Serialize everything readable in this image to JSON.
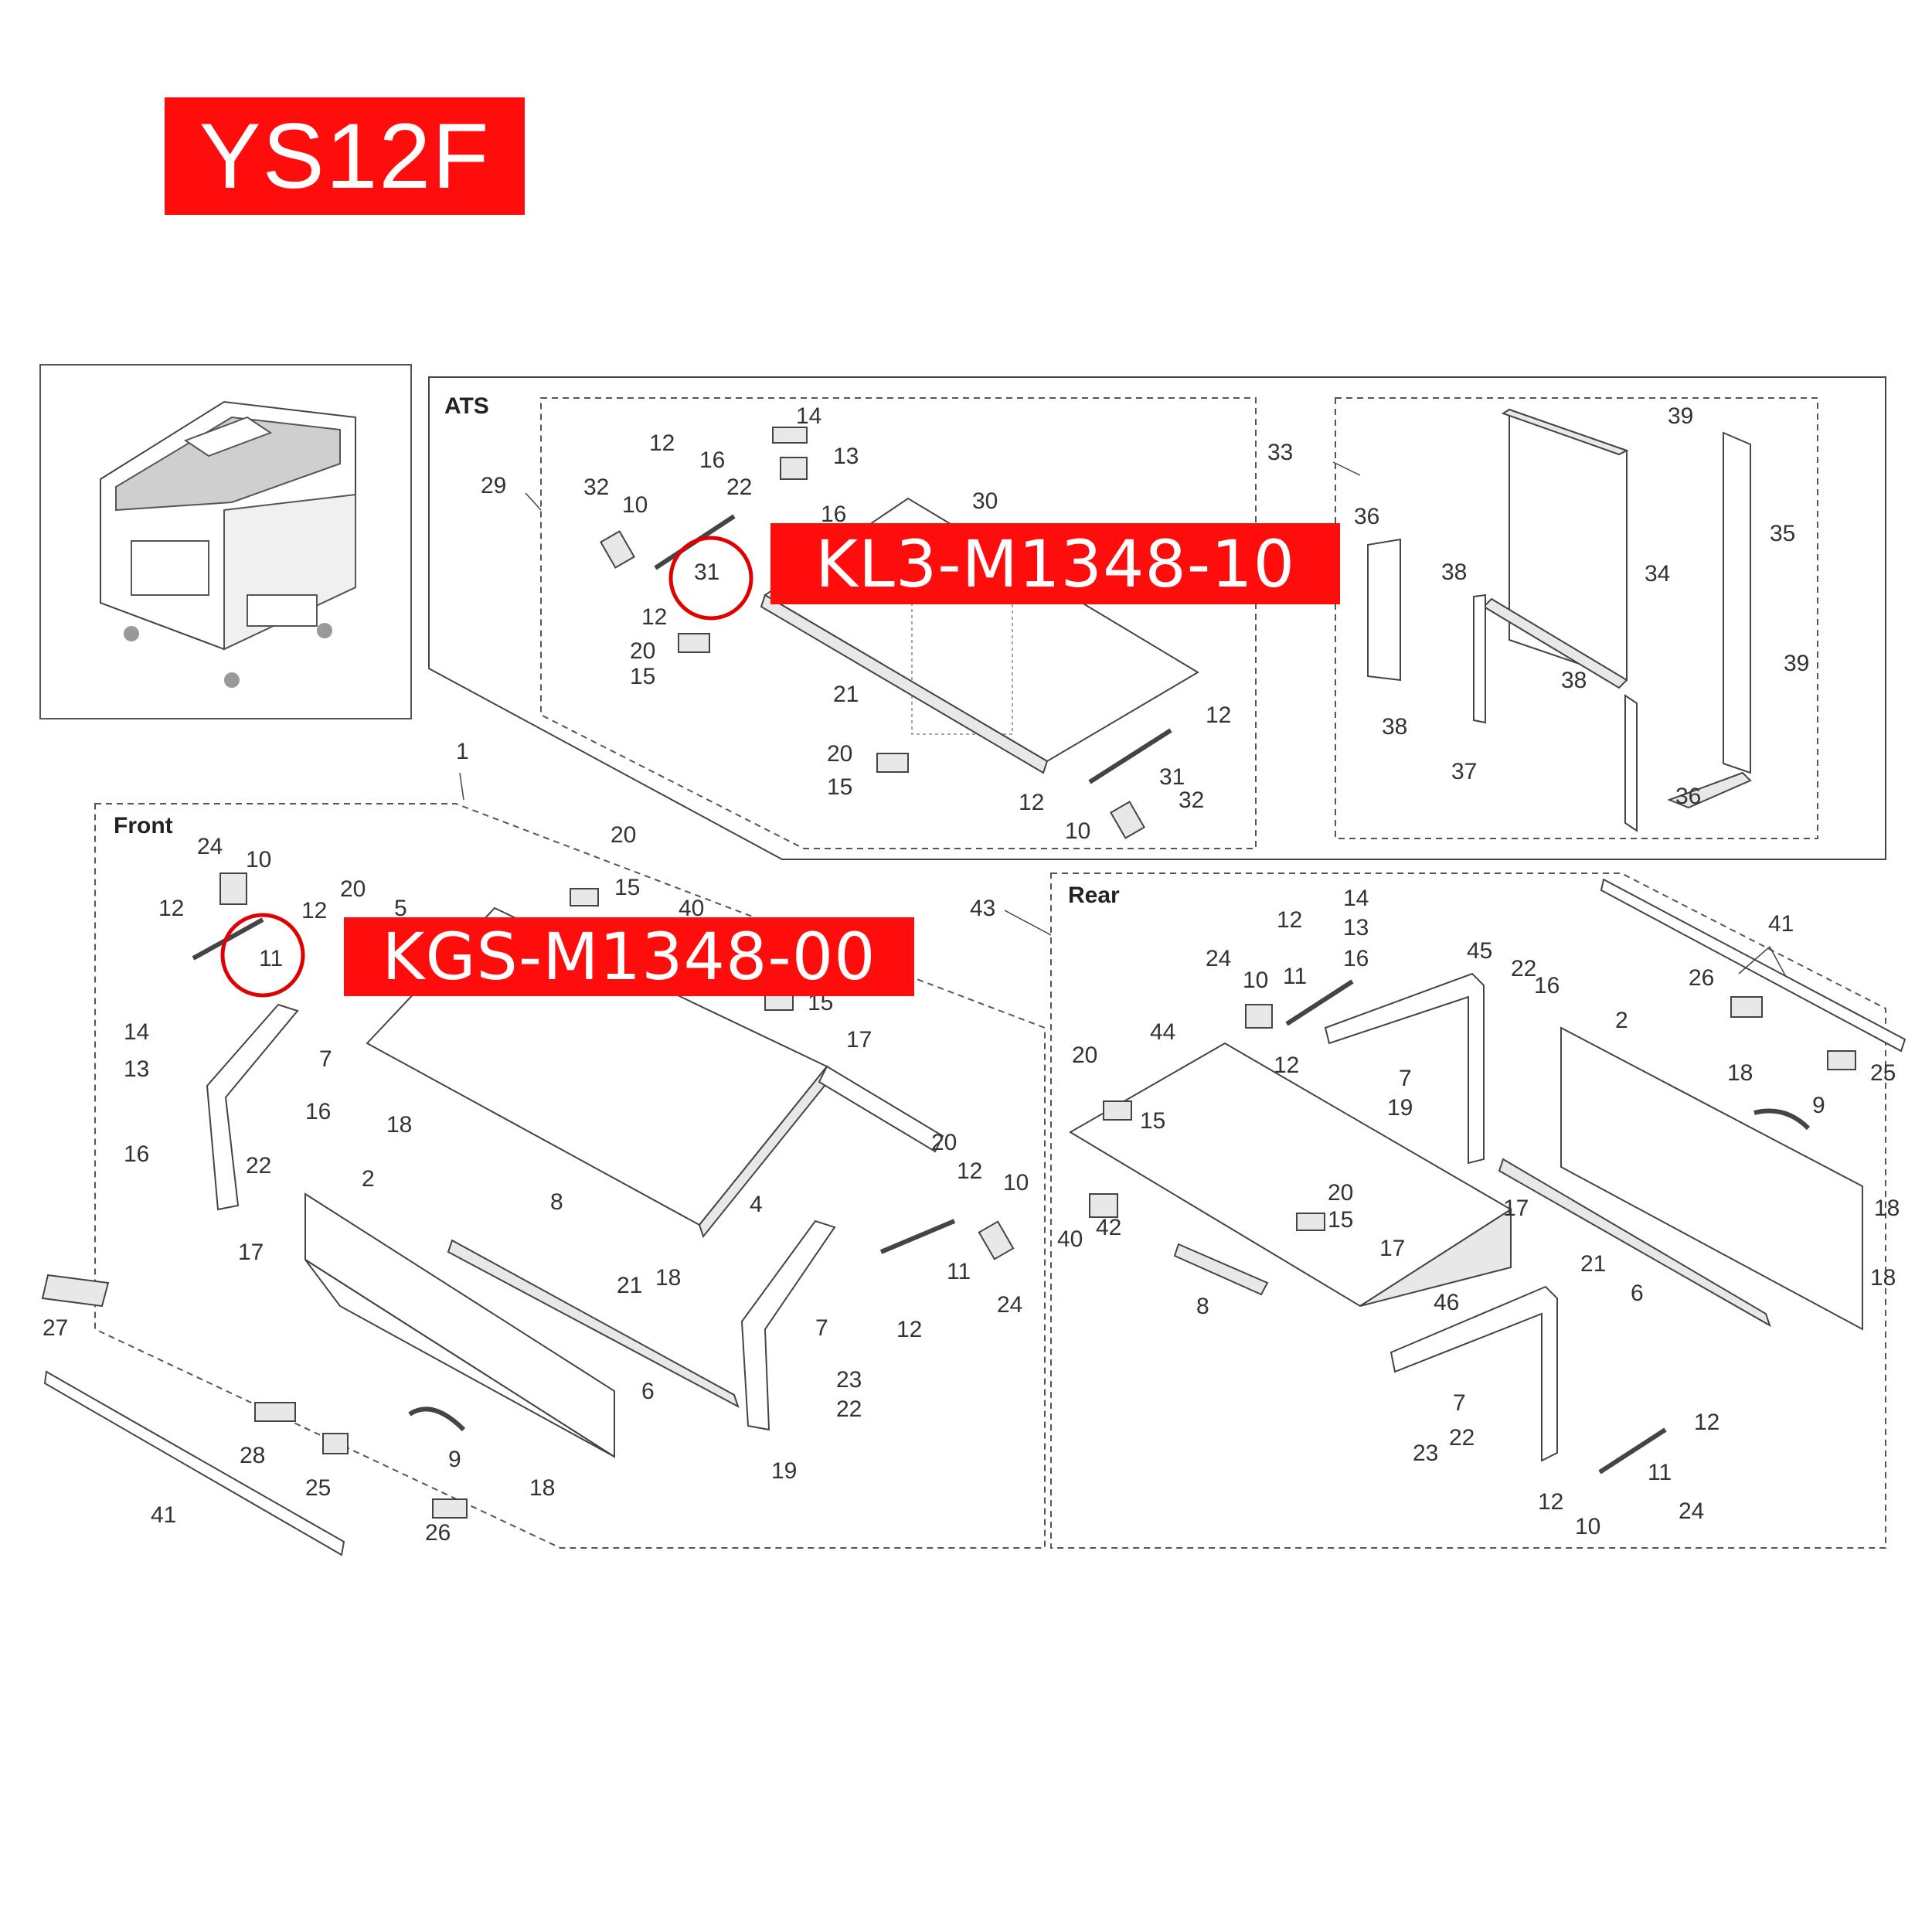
{
  "header": {
    "model": "YS12F"
  },
  "callouts": [
    {
      "id": "callout-1",
      "part_number": "KL3-M1348-10",
      "circled_item": "31"
    },
    {
      "id": "callout-2",
      "part_number": "KGS-M1348-00",
      "circled_item": "11"
    }
  ],
  "sections": {
    "ats": "ATS",
    "front": "Front",
    "rear": "Rear"
  },
  "colors": {
    "badge": "#ff0d0d",
    "badge_text": "#ffffff",
    "circle": "#e00000"
  }
}
